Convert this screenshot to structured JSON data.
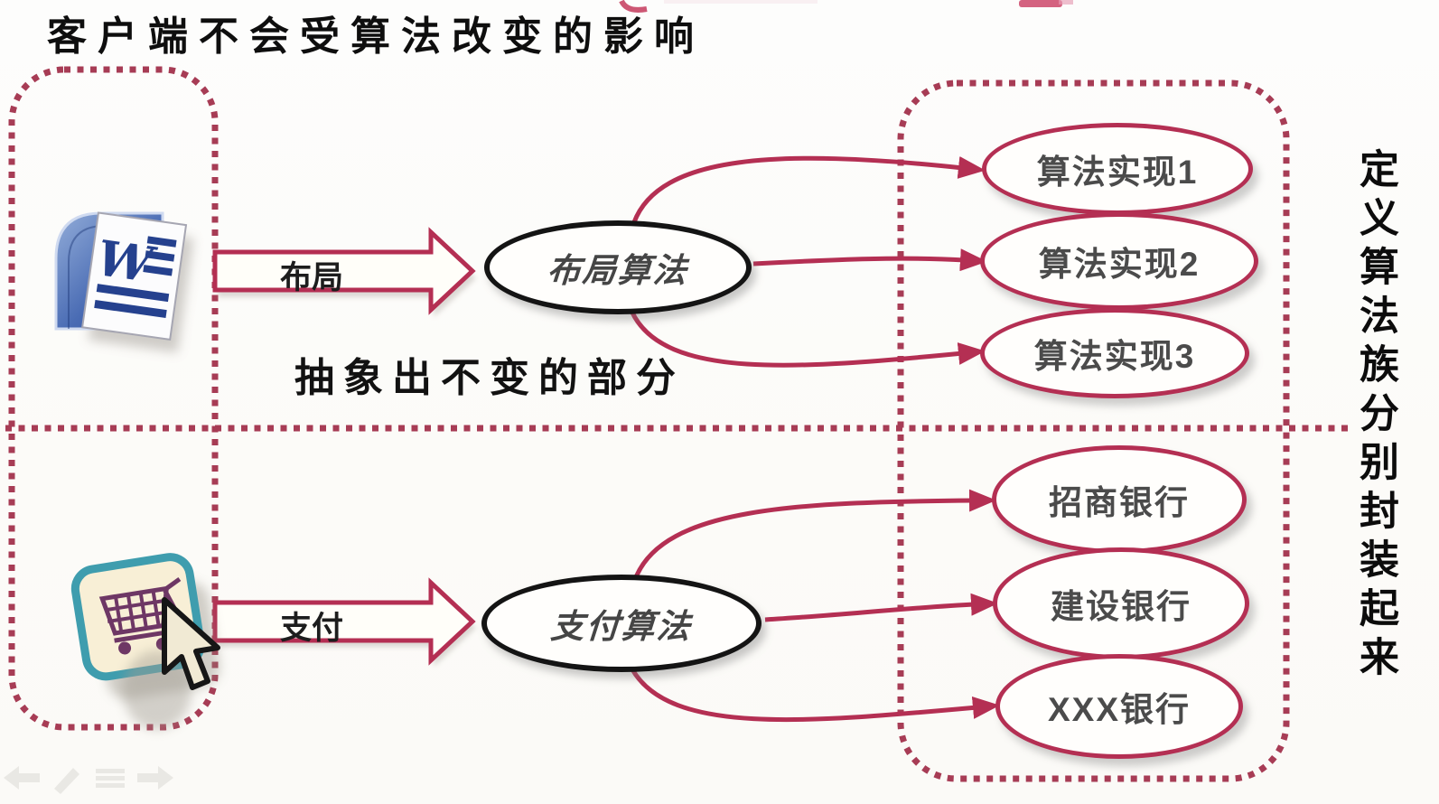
{
  "title": "客户端不会受算法改变的影响",
  "annotations": {
    "abstract_note": "抽象出不变的部分",
    "vertical_note": "定义算法族分别封装起来"
  },
  "flows": [
    {
      "client": "word-document",
      "arrow_label": "布局",
      "strategy": "布局算法",
      "implementations": [
        "算法实现1",
        "算法实现2",
        "算法实现3"
      ]
    },
    {
      "client": "online-shop",
      "arrow_label": "支付",
      "strategy": "支付算法",
      "implementations": [
        "招商银行",
        "建设银行",
        "XXX银行"
      ]
    }
  ],
  "icons": [
    "word-document-icon",
    "shopping-cart-icon",
    "cursor-icon",
    "nav-back-icon",
    "pen-icon",
    "menu-icon",
    "nav-forward-icon"
  ],
  "colors": {
    "crimson_line": "#b42f53",
    "dash_red": "#a73c55",
    "node_border_black": "#141414",
    "node_text": "#4b4b4b",
    "title_text": "#0e0e0e",
    "word_blue": "#25418e",
    "cart_teal": "#3f9dae",
    "cart_purple": "#6e3765"
  }
}
